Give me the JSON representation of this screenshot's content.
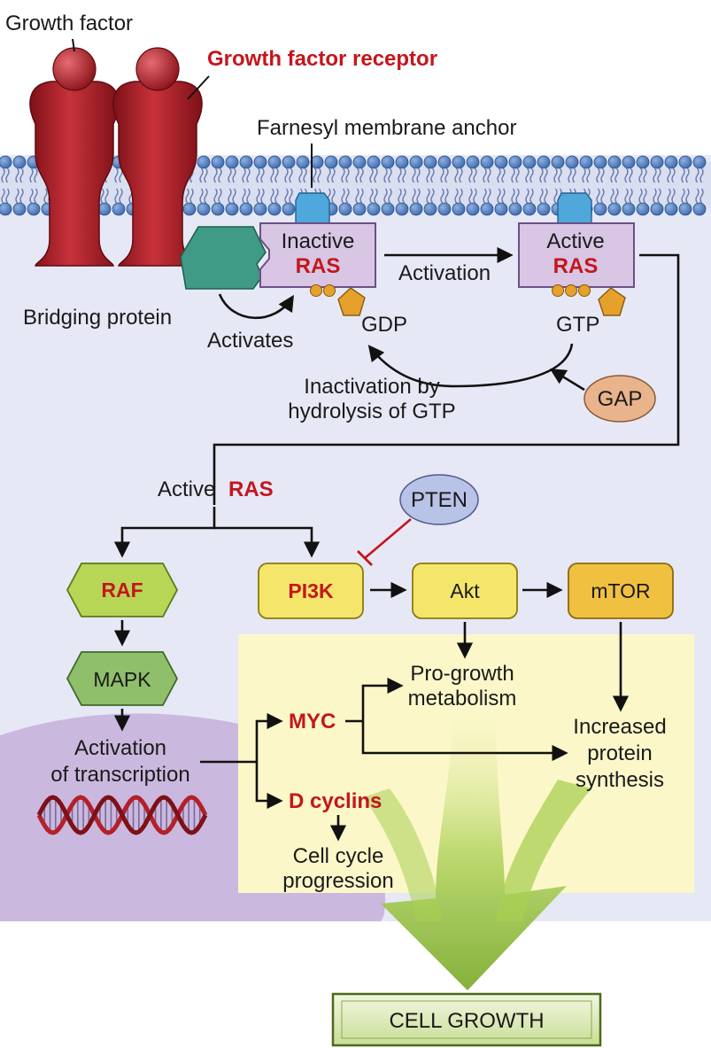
{
  "labels": {
    "growth_factor": "Growth factor",
    "growth_factor_receptor": "Growth factor receptor",
    "farnesyl_anchor": "Farnesyl membrane anchor",
    "inactive": "Inactive",
    "ras": "RAS",
    "active": "Active",
    "activation": "Activation",
    "bridging_protein": "Bridging protein",
    "activates": "Activates",
    "gdp": "GDP",
    "gtp": "GTP",
    "inactivation_line1": "Inactivation by",
    "inactivation_line2": "hydrolysis of GTP",
    "gap": "GAP",
    "active_ras_prefix": "Active",
    "pten": "PTEN",
    "raf": "RAF",
    "pi3k": "PI3K",
    "akt": "Akt",
    "mtor": "mTOR",
    "mapk": "MAPK",
    "pro_growth_line1": "Pro-growth",
    "pro_growth_line2": "metabolism",
    "myc": "MYC",
    "increased_line1": "Increased",
    "increased_line2": "protein",
    "increased_line3": "synthesis",
    "activation_of_line1": "Activation",
    "activation_of_line2": "of transcription",
    "d_cyclins": "D cyclins",
    "cell_cycle_line1": "Cell cycle",
    "cell_cycle_line2": "progression",
    "cell_growth": "CELL GROWTH"
  },
  "colors": {
    "receptor": "#b3202a",
    "ras_box": "#d8c6e4",
    "bridging": "#3f9a86",
    "anchor": "#4fa7dc",
    "phosphate": "#e6a12c",
    "gap": "#e9b48c",
    "pten": "#b9c3e8",
    "raf_mapk": "#b8d656",
    "kinase_yellow": "#f4e66a",
    "mtor": "#f0c040",
    "accent_red": "#c4161c",
    "cytoplasm": "#e6e8f6",
    "nucleus": "#cbb8de",
    "highlight_panel": "#fbf7c9",
    "growth_arrow": "#8fbf3a"
  }
}
